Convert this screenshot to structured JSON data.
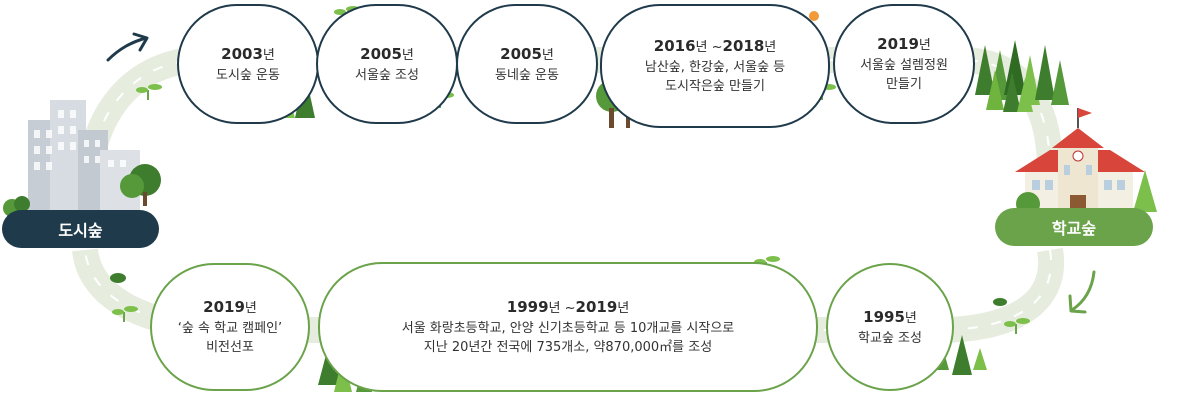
{
  "labels": {
    "city_forest": "도시숲",
    "school_forest": "학교숲"
  },
  "year_unit": "년",
  "milestones": [
    {
      "year": "2003",
      "lines": [
        "도시숲 운동"
      ]
    },
    {
      "year": "2005",
      "lines": [
        "서울숲 조성"
      ]
    },
    {
      "year": "2005",
      "lines": [
        "동네숲 운동"
      ]
    },
    {
      "year": "2016",
      "tilde": " ~",
      "year2": "2018",
      "lines": [
        "남산숲, 한강숲, 서울숲 등",
        "도시작은숲 만들기"
      ]
    },
    {
      "year": "2019",
      "lines": [
        "서울숲 설렘정원",
        "만들기"
      ]
    },
    {
      "year": "1995",
      "lines": [
        "학교숲 조성"
      ]
    },
    {
      "year": "1999",
      "tilde": " ~",
      "year2": "2019",
      "lines": [
        "서울 화랑초등학교, 안양 신기초등학교 등 10개교를 시작으로",
        "지난 20년간 전국에 735개소, 약870,000㎡를 조성"
      ]
    },
    {
      "year": "2019",
      "lines": [
        "‘숲 속 학교 캠페인’",
        "비전선포"
      ]
    }
  ],
  "colors": {
    "navy": "#1f3a4a",
    "green": "#6aa34a",
    "path": "#e6eddf",
    "tree_dark": "#3f7d2e",
    "tree_light": "#7cbf4a"
  },
  "icons": [
    "arrow-icon",
    "sprout-icon",
    "tree-icon",
    "building-icon",
    "school-icon"
  ]
}
